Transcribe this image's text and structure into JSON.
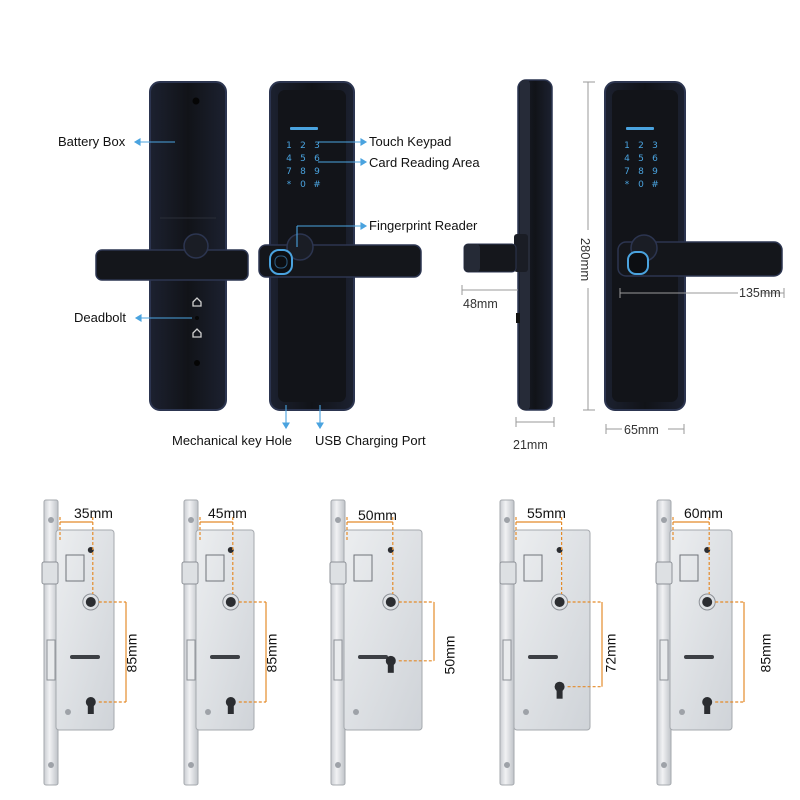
{
  "callouts": {
    "battery_box": "Battery Box",
    "touch_keypad": "Touch Keypad",
    "card_reading_area": "Card Reading Area",
    "fingerprint_reader": "Fingerprint Reader",
    "deadbolt": "Deadbolt",
    "mechanical_key_hole": "Mechanical key Hole",
    "usb_charging_port": "USB Charging Port"
  },
  "dimensions": {
    "height": "280mm",
    "handle_length": "135mm",
    "spindle": "48mm",
    "depth": "21mm",
    "width": "65mm"
  },
  "keypad_digits": [
    "1",
    "2",
    "3",
    "4",
    "5",
    "6",
    "7",
    "8",
    "9",
    "*",
    "0",
    "#"
  ],
  "mortises": [
    {
      "backset": "35mm",
      "center": "85mm"
    },
    {
      "backset": "45mm",
      "center": "85mm"
    },
    {
      "backset": "50mm",
      "center": "50mm"
    },
    {
      "backset": "55mm",
      "center": "72mm"
    },
    {
      "backset": "60mm",
      "center": "85mm"
    }
  ],
  "colors": {
    "lock_body": "#15161b",
    "lock_edge": "#2c3550",
    "keypad_blue": "#4aa3df",
    "callout_line": "#4aa3df",
    "dimension_orange": "#e48b2a",
    "steel": "#d9dce0"
  }
}
